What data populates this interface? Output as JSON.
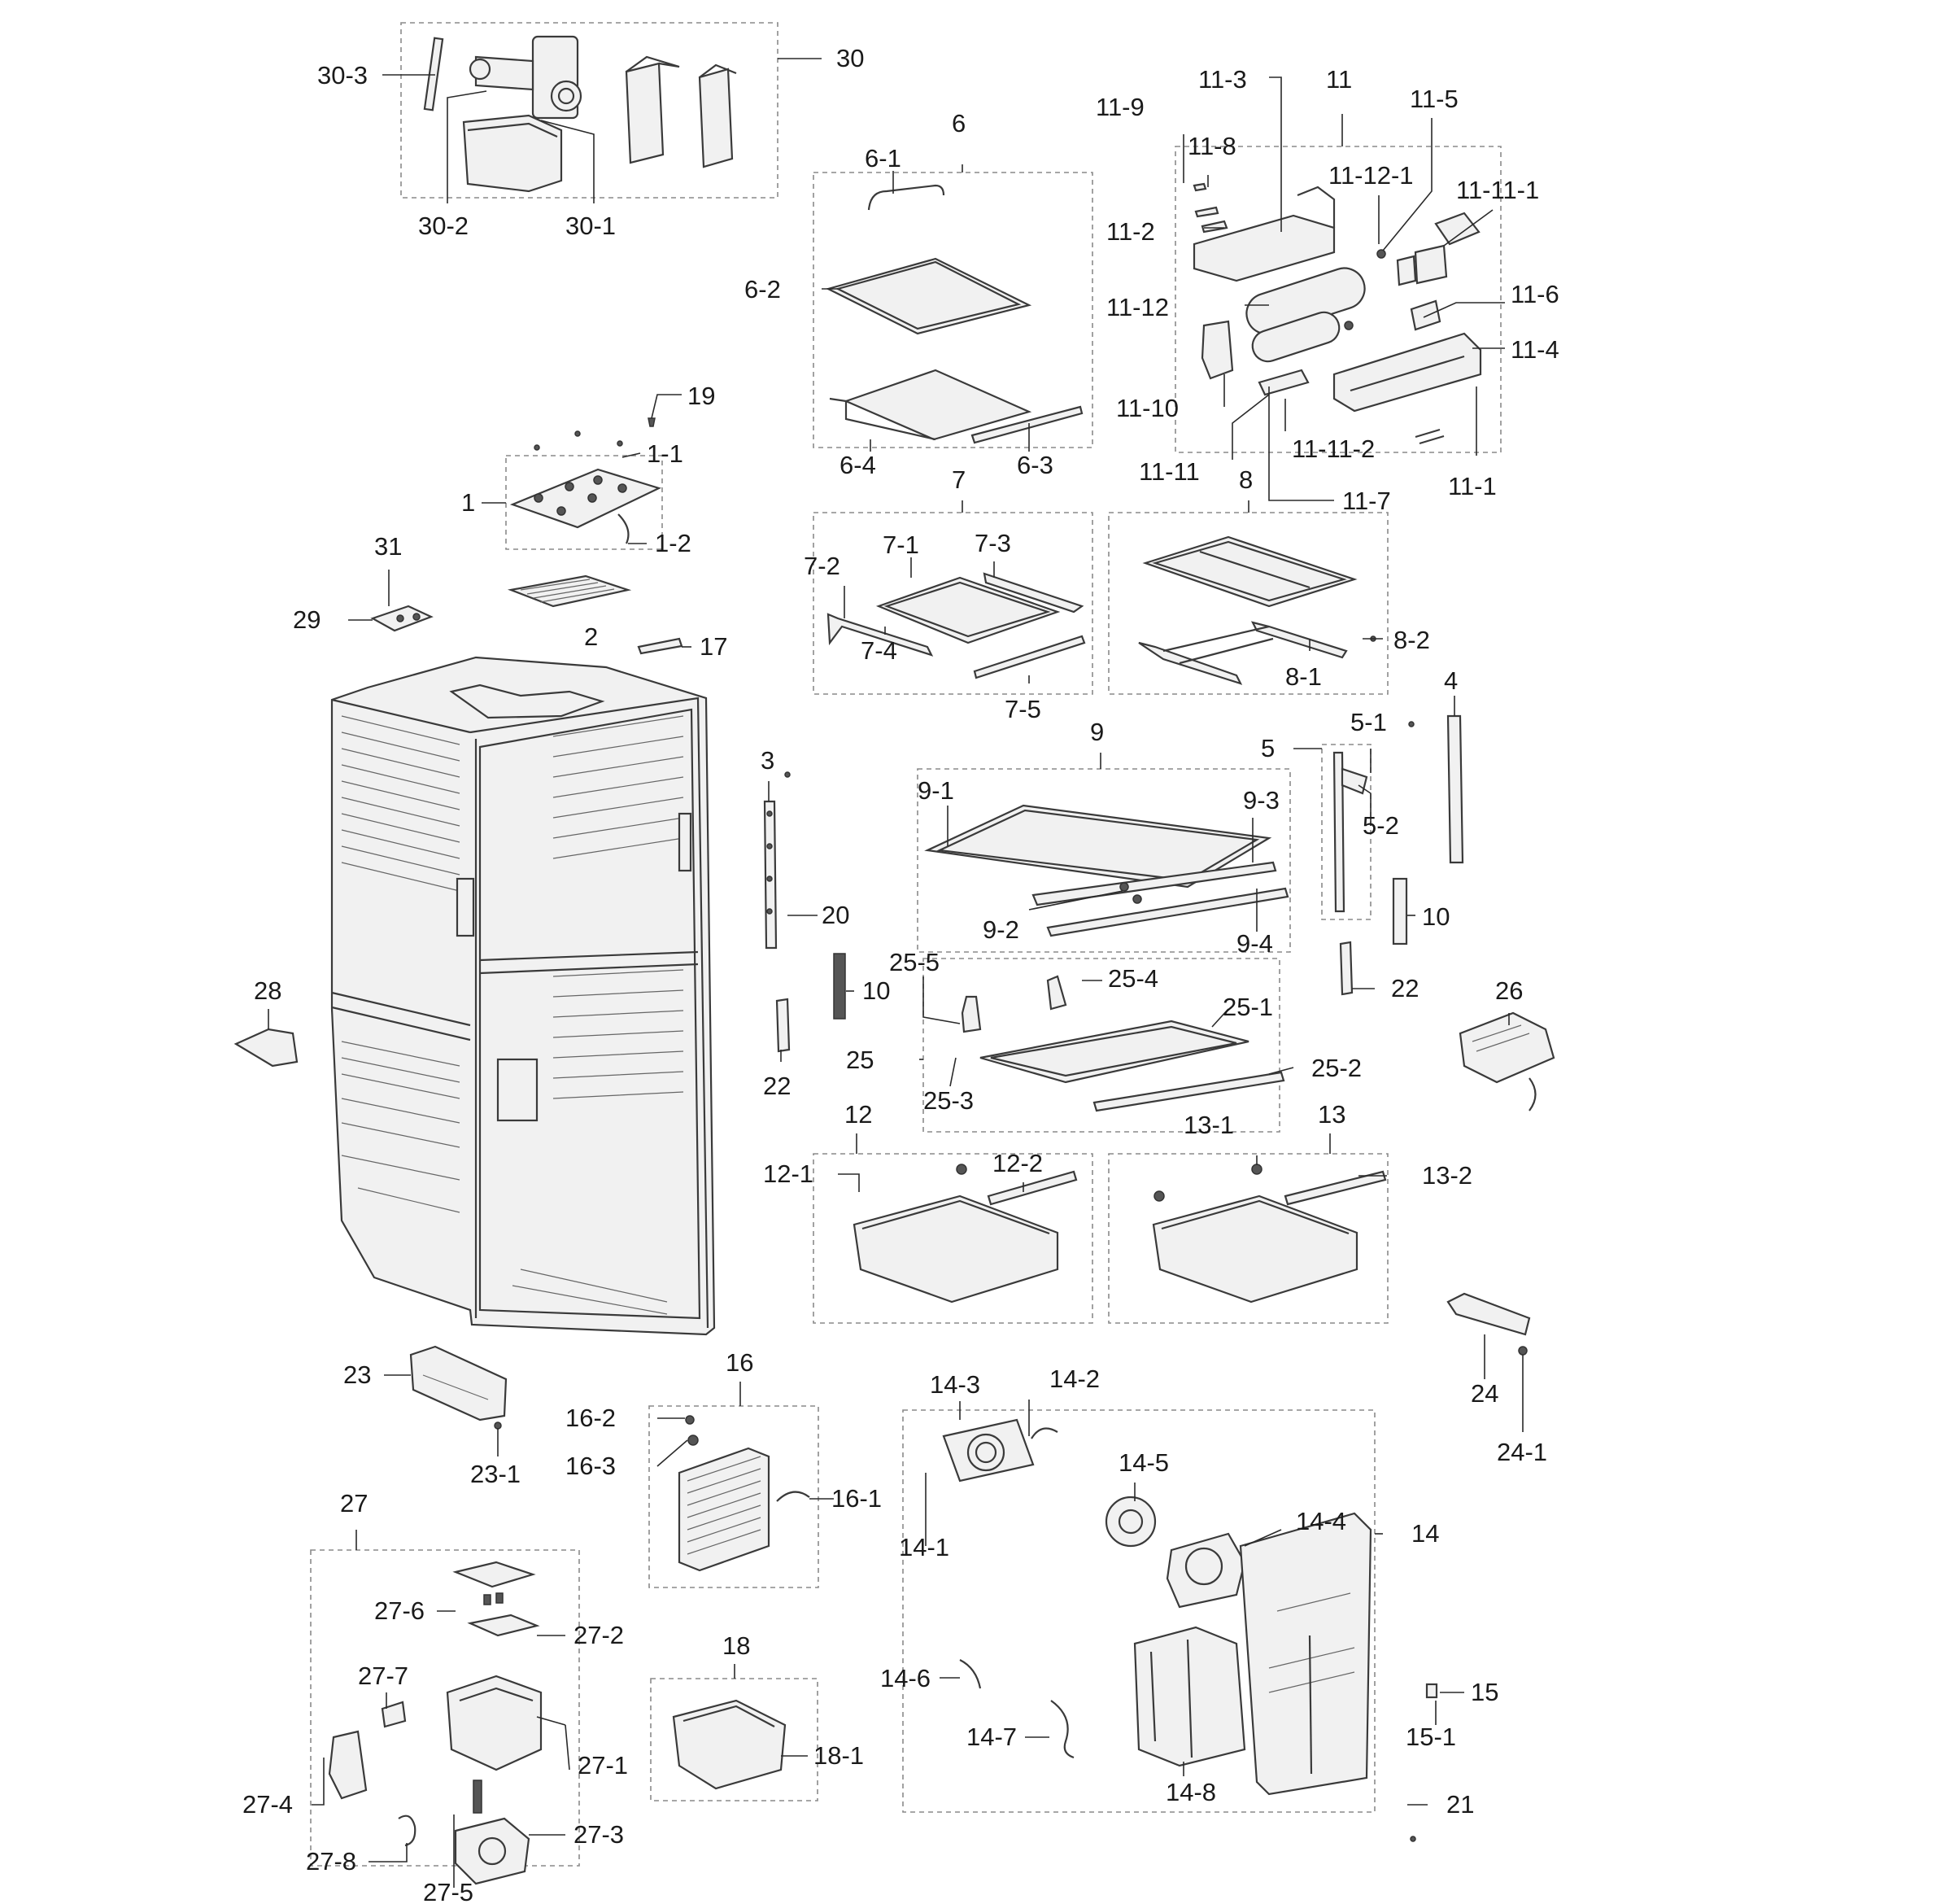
{
  "labels": {
    "l30_3": "30-3",
    "l30": "30",
    "l30_2": "30-2",
    "l30_1": "30-1",
    "l6": "6",
    "l6_1": "6-1",
    "l6_2": "6-2",
    "l6_4": "6-4",
    "l6_3": "6-3",
    "l11_9": "11-9",
    "l11_3": "11-3",
    "l11": "11",
    "l11_5": "11-5",
    "l11_8": "11-8",
    "l11_12_1": "11-12-1",
    "l11_11_1": "11-11-1",
    "l11_2": "11-2",
    "l11_12": "11-12",
    "l11_6": "11-6",
    "l11_4": "11-4",
    "l11_10": "11-10",
    "l11_11_2": "11-11-2",
    "l11_11": "11-11",
    "l11_7": "11-7",
    "l11_1": "11-1",
    "l19": "19",
    "l1_1": "1-1",
    "l1": "1",
    "l1_2": "1-2",
    "l31": "31",
    "l29": "29",
    "l2": "2",
    "l17": "17",
    "l7": "7",
    "l7_1": "7-1",
    "l7_2": "7-2",
    "l7_3": "7-3",
    "l7_4": "7-4",
    "l7_5": "7-5",
    "l8": "8",
    "l8_2": "8-2",
    "l8_1": "8-1",
    "l3": "3",
    "l20": "20",
    "l10a": "10",
    "l22a": "22",
    "l9": "9",
    "l9_1": "9-1",
    "l9_3": "9-3",
    "l9_2": "9-2",
    "l9_4": "9-4",
    "l5": "5",
    "l5_1": "5-1",
    "l5_2": "5-2",
    "l4": "4",
    "l10b": "10",
    "l22b": "22",
    "l25_5": "25-5",
    "l25_4": "25-4",
    "l25_1": "25-1",
    "l25": "25",
    "l25_2": "25-2",
    "l25_3": "25-3",
    "l28": "28",
    "l26": "26",
    "l12": "12",
    "l12_1": "12-1",
    "l12_2": "12-2",
    "l13": "13",
    "l13_1": "13-1",
    "l13_2": "13-2",
    "l24": "24",
    "l24_1": "24-1",
    "l23": "23",
    "l23_1": "23-1",
    "l16": "16",
    "l16_2": "16-2",
    "l16_3": "16-3",
    "l16_1": "16-1",
    "l14_3": "14-3",
    "l14_2": "14-2",
    "l14_5": "14-5",
    "l14_1": "14-1",
    "l14_4": "14-4",
    "l14": "14",
    "l14_6": "14-6",
    "l14_7": "14-7",
    "l14_8": "14-8",
    "l15": "15",
    "l15_1": "15-1",
    "l21": "21",
    "l27": "27",
    "l27_6": "27-6",
    "l27_2": "27-2",
    "l27_7": "27-7",
    "l27_1": "27-1",
    "l27_4": "27-4",
    "l27_3": "27-3",
    "l27_8": "27-8",
    "l27_5": "27-5",
    "l18": "18",
    "l18_1": "18-1"
  }
}
